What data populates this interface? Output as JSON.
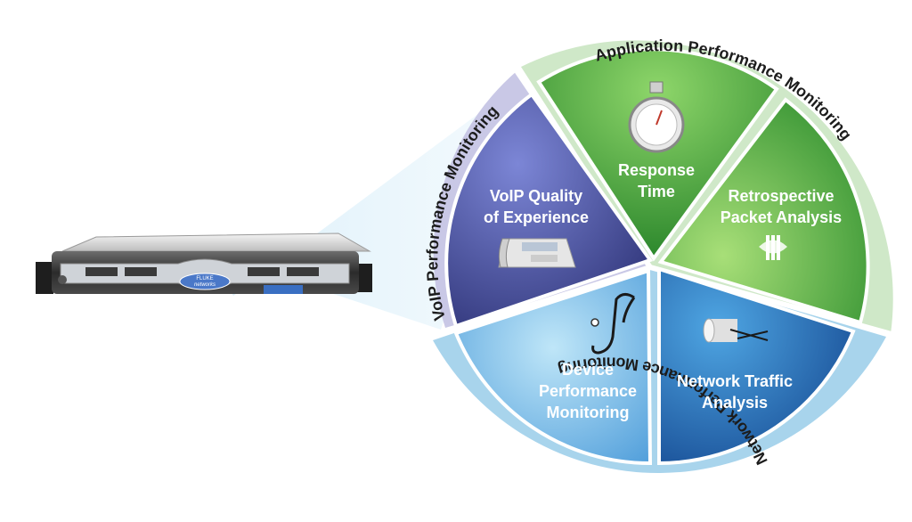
{
  "ring_labels": {
    "application": "Application Performance Monitoring",
    "voip": "VoIP Performance Monitoring",
    "network": "Network Performance Monitoring"
  },
  "wedges": {
    "voip": {
      "line1": "VoIP Quality",
      "line2": "of Experience",
      "icon": "desk-phone-icon"
    },
    "response": {
      "line1": "Response",
      "line2": "Time",
      "icon": "stopwatch-icon"
    },
    "retro": {
      "line1": "Retrospective",
      "line2": "Packet Analysis",
      "icon": "packet-capture-icon"
    },
    "traffic": {
      "line1": "Network Traffic",
      "line2": "Analysis",
      "icon": "network-pipe-icon"
    },
    "device": {
      "line1": "Device",
      "line2": "Performance",
      "line3": "Monitoring",
      "icon": "stethoscope-icon"
    }
  },
  "appliance": {
    "brand_line1": "FLUKE",
    "brand_line2": "networks"
  },
  "colors": {
    "voip_dark": "#2c3378",
    "voip_light": "#6a74c6",
    "green_dark": "#2a8a2a",
    "green_light": "#8fd36a",
    "blue_dark": "#1c5aa8",
    "blue_light": "#5ab0e6",
    "ring_green": "#cfe8c8",
    "ring_purple": "#c9c8e6",
    "ring_blue": "#a8d4ec"
  }
}
